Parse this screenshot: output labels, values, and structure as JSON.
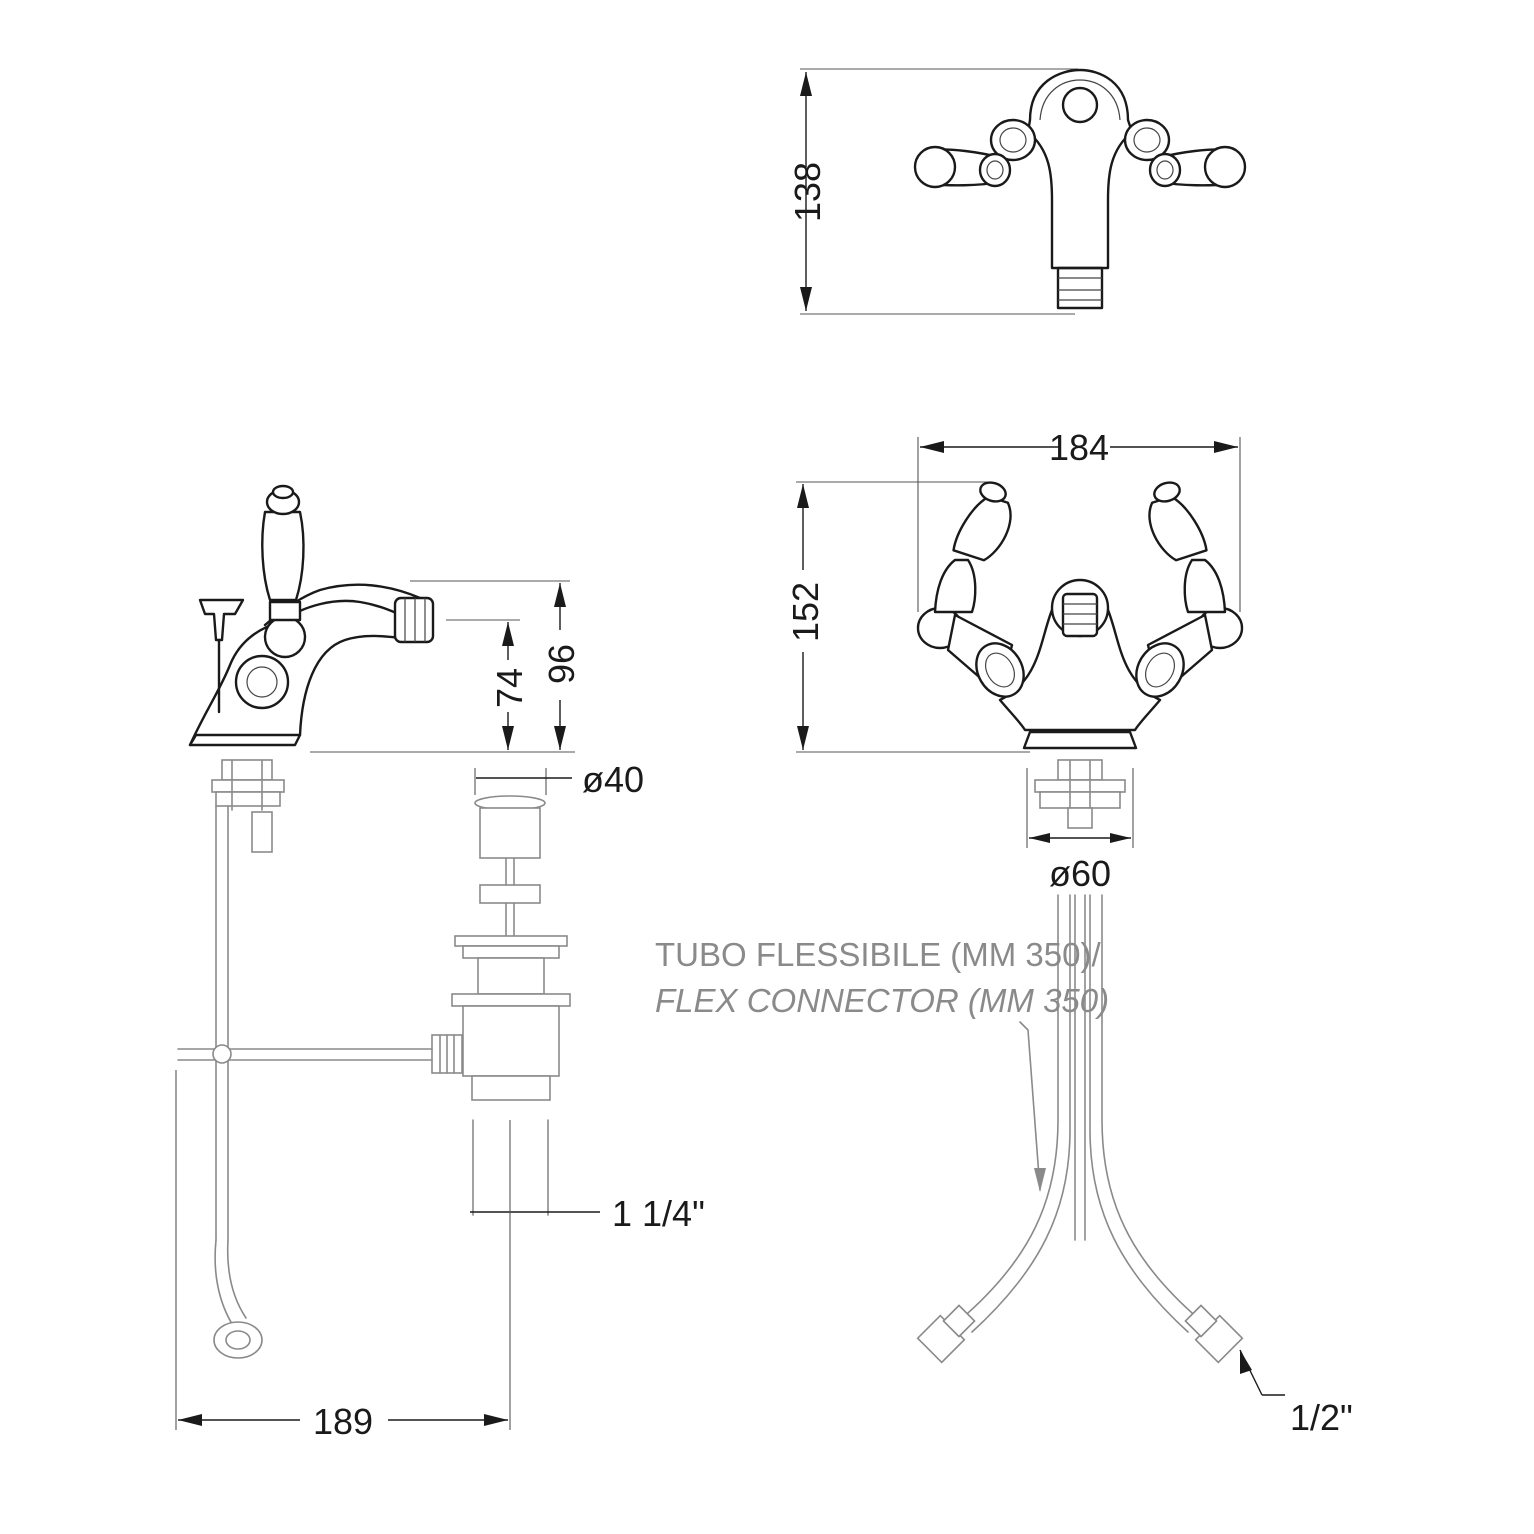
{
  "dimensions": {
    "top_height": "138",
    "front_width": "184",
    "front_height": "152",
    "side_spout_height": "74",
    "side_total_height": "96",
    "waste_diameter": "ø40",
    "base_diameter": "ø60",
    "waste_thread": "1 1/4\"",
    "side_depth": "189",
    "connector_thread": "1/2\""
  },
  "labels": {
    "hose_it": "TUBO FLESSIBILE (MM 350)/",
    "hose_en": "FLEX CONNECTOR (MM 350)"
  },
  "colors": {
    "line": "#1a1a1a",
    "secondary": "#8a8a8a",
    "background": "#ffffff"
  }
}
